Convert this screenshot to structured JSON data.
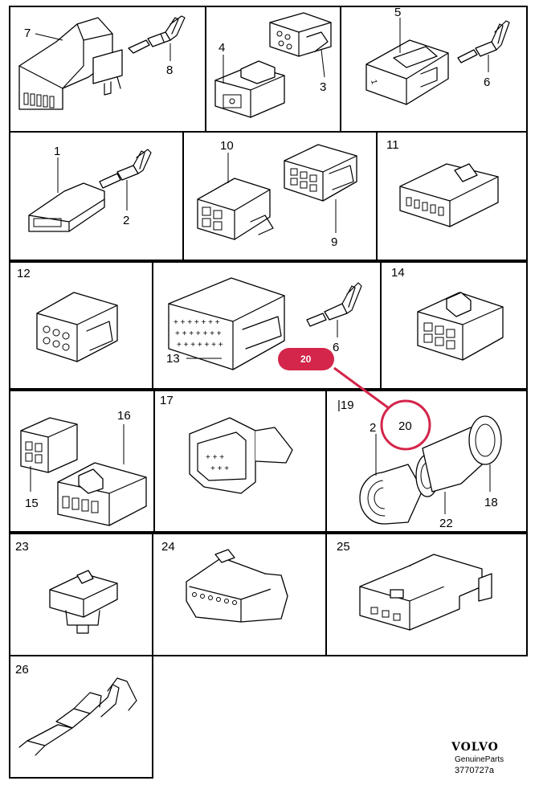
{
  "callouts": {
    "c1": "1",
    "c2": "2",
    "c3": "3",
    "c4": "4",
    "c5": "5",
    "c6": "6",
    "c7": "7",
    "c8": "8",
    "c9": "9",
    "c10": "10",
    "c11": "11",
    "c12": "12",
    "c13": "13",
    "c14": "14",
    "c15": "15",
    "c16": "16",
    "c17": "17",
    "c18": "18",
    "c19": "|19",
    "c20": "20",
    "c22": "22",
    "c23": "23",
    "c24": "24",
    "c25": "25",
    "c26": "26"
  },
  "highlight": {
    "badge_label": "20",
    "circle_label": "20",
    "color": "#d4254a"
  },
  "footer": {
    "brand": "VOLVO",
    "tagline": "GenuineParts",
    "code": "3770727a"
  }
}
